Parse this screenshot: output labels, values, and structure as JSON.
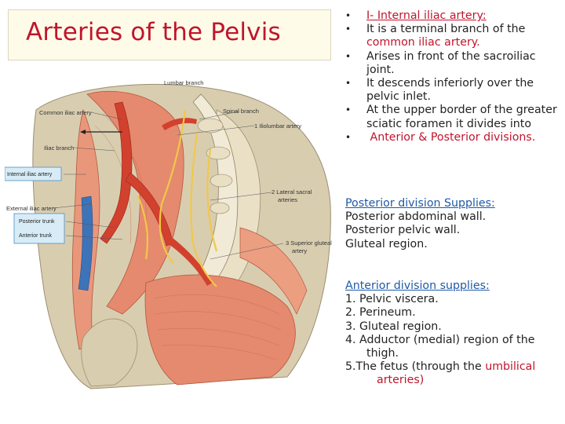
{
  "slide": {
    "title": "Arteries of the Pelvis"
  },
  "figure_labels": {
    "lumbar_branch": "Lumbar branch",
    "common_iliac": "Common iliac artery",
    "spinal_branch": "Spinal branch",
    "iliolumbar": "1 Iliolumbar artery",
    "iliac_branch": "Iliac branch",
    "internal_iliac": "Internal iliac artery",
    "lateral_sacral_1": "2 Lateral sacral",
    "lateral_sacral_2": "arteries",
    "external_iliac": "External iliac artery",
    "posterior_trunk": "Posterior trunk",
    "anterior_trunk": "Anterior trunk",
    "superior_gluteal_1": "3 Superior gluteal",
    "superior_gluteal_2": "artery"
  },
  "bullets": [
    {
      "text": "I- Internal iliac artery:"
    },
    {
      "text": "It is a terminal branch of the",
      "extra": "common iliac artery."
    },
    {
      "text": "Arises in front of the sacroiliac joint."
    },
    {
      "text": "It descends inferiorly over the pelvic inlet."
    },
    {
      "text": "At the upper border of the greater sciatic foramen it divides into"
    },
    {
      "text": "Anterior & Posterior divisions."
    }
  ],
  "posterior": {
    "heading": "Posterior division Supplies:",
    "items": [
      "Posterior abdominal wall.",
      "Posterior pelvic wall.",
      "Gluteal region."
    ]
  },
  "anterior": {
    "heading": "Anterior division supplies:",
    "items": [
      "1. Pelvic viscera.",
      "2. Perineum.",
      "3. Gluteal region.",
      "4. Adductor (medial) region of the thigh."
    ],
    "fetus_prefix": "5.The fetus (through the ",
    "fetus_red": "umbilical arteries)"
  },
  "colors": {
    "title": "#c0152c",
    "link_blue": "#1f5aa6",
    "muscle": "#e58a6e",
    "artery": "#d2412e",
    "vein": "#3d73b8",
    "nerve": "#f0c84a",
    "bone": "#d9cdb0"
  }
}
